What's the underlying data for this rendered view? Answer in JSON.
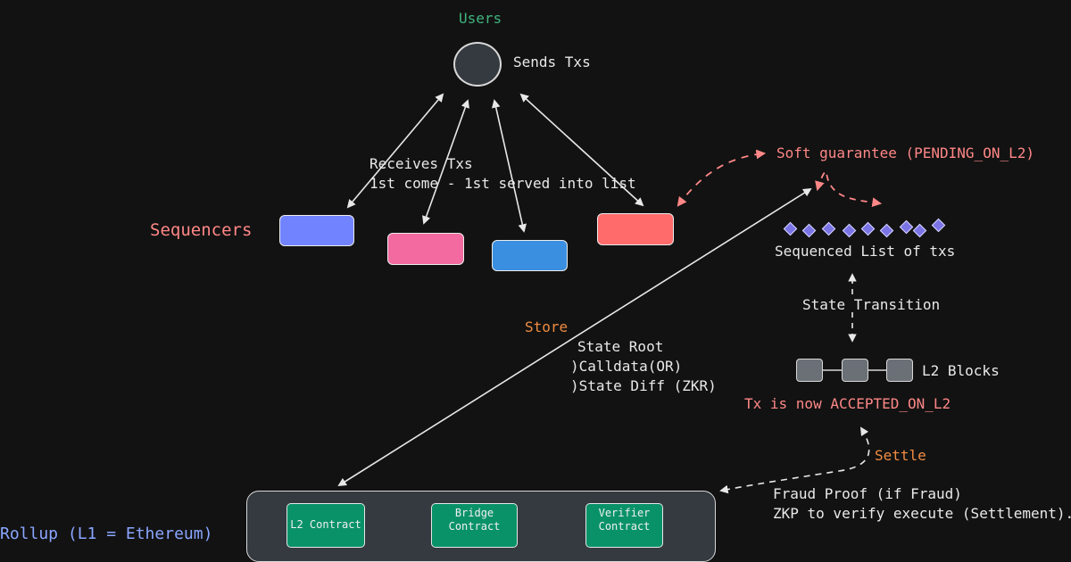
{
  "users": {
    "title": "Users",
    "action": "Sends Txs"
  },
  "sequencers": {
    "label": "Sequencers",
    "receive_line1": "Receives Txs",
    "receive_line2": "1st come - 1st served into list",
    "colors": [
      "#7283ff",
      "#f26aa0",
      "#3a8fe0",
      "#ff6b6b"
    ]
  },
  "soft_guarantee": "Soft guarantee (PENDING_ON_L2)",
  "sequenced_list": {
    "label": "Sequenced List of txs",
    "diamond_count": 9
  },
  "state_transition": "State Transition",
  "l2_blocks": {
    "label": "L2 Blocks",
    "block_count": 3
  },
  "accepted": "Tx is now ACCEPTED_ON_L2",
  "store": {
    "title": "Store",
    "line1": "State Root",
    "line2": ")Calldata(OR)",
    "line3": ")State Diff (ZKR)"
  },
  "settle": {
    "title": "Settle",
    "line1": "Fraud Proof (if Fraud)",
    "line2": "ZKP to verify execute (Settlement)."
  },
  "l1": {
    "label": "Rollup (L1 = Ethereum)",
    "contracts": {
      "l2_line1": "L2 Contract",
      "bridge_line1": "Bridge",
      "bridge_line2": "Contract",
      "verifier_line1": "Verifier",
      "verifier_line2": "Contract"
    }
  },
  "colors": {
    "background": "#121212",
    "green_label": "#3fb37f",
    "salmon_label": "#ff8787",
    "orange_label": "#f08c42",
    "contract_fill": "#099268",
    "panel_fill": "#343a40"
  }
}
